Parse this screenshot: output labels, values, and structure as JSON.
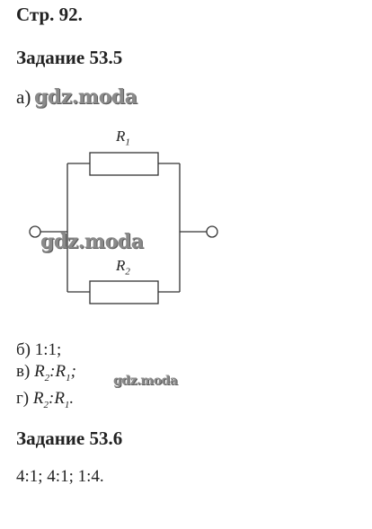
{
  "page_header": "Стр. 92.",
  "task1_title": "Задание 53.5",
  "part_a_label": "а)",
  "watermark": "gdz.moda",
  "circuit": {
    "r1_label": "R",
    "r1_sub": "1",
    "r2_label": "R",
    "r2_sub": "2"
  },
  "answers": {
    "b_prefix": "б) ",
    "b_value": "1:1;",
    "v_prefix": "в) ",
    "v_r_a": "R",
    "v_sub_a": "2",
    "v_colon": ":",
    "v_r_b": "R",
    "v_sub_b": "1",
    "v_end": ";",
    "g_prefix": "г) ",
    "g_r_a": "R",
    "g_sub_a": "2",
    "g_colon": ":",
    "g_r_b": "R",
    "g_sub_b": "1",
    "g_end": "."
  },
  "task2_title": "Задание 53.6",
  "task2_answer": "4:1; 4:1; 1:4."
}
